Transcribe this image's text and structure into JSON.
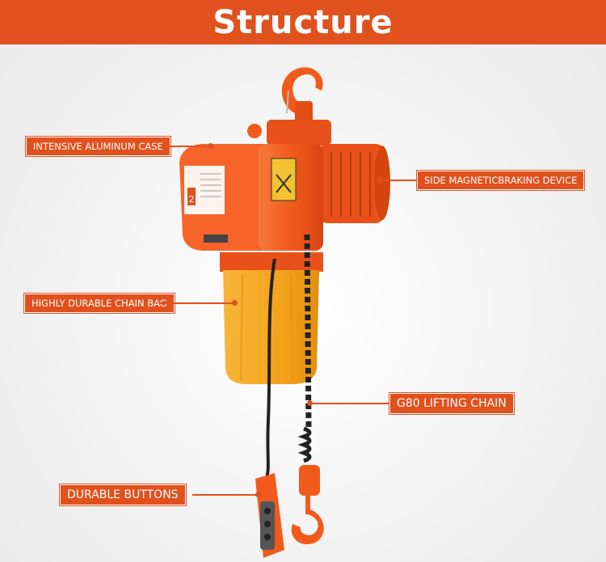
{
  "banner": {
    "title": "Structure",
    "color": "#e0511e"
  },
  "callouts": {
    "case": "INTENSIVE ALUMINUM CASE",
    "brake": "SIDE MAGNETICBRAKING DEVICE",
    "bag": "HIGHLY DURABLE CHAIN BAG",
    "chain": "G80 LIFTING CHAIN",
    "buttons": "DURABLE BUTTONS"
  },
  "product": {
    "nameplate_capacity": "2",
    "accent_color": "#f25a1c",
    "bag_color": "#f3a21a"
  }
}
